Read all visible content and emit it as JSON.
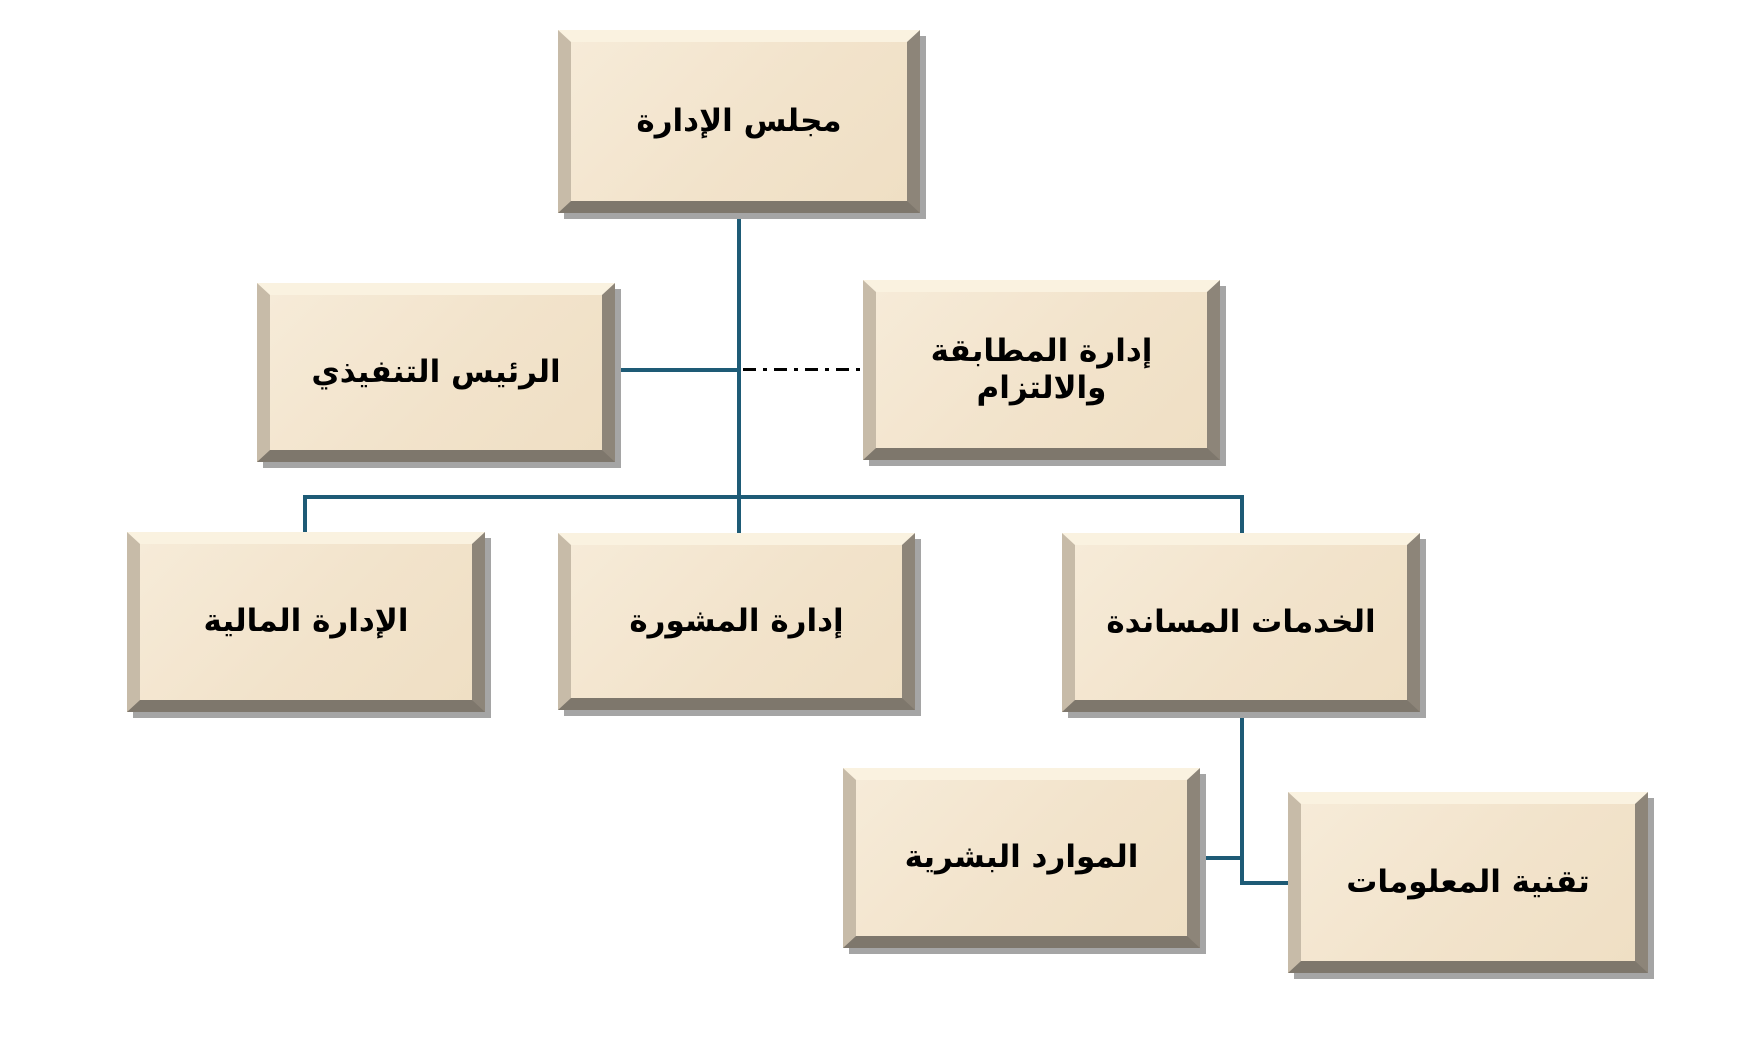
{
  "diagram": {
    "type": "org-chart",
    "text_direction": "rtl",
    "nodes": {
      "board": {
        "label": "مجلس الإدارة"
      },
      "ceo": {
        "label": "الرئيس التنفيذي"
      },
      "compliance": {
        "label": "إدارة المطابقة والالتزام"
      },
      "finance": {
        "label": "الإدارة المالية"
      },
      "advisory": {
        "label": "إدارة المشورة"
      },
      "support": {
        "label": "الخدمات المساندة"
      },
      "hr": {
        "label": "الموارد البشرية"
      },
      "it": {
        "label": "تقنية المعلومات"
      }
    },
    "edges": [
      {
        "from": "board",
        "to": "ceo",
        "style": "solid"
      },
      {
        "from": "ceo",
        "to": "compliance",
        "style": "dash-dot"
      },
      {
        "from": "board",
        "to": "finance",
        "style": "solid"
      },
      {
        "from": "board",
        "to": "advisory",
        "style": "solid"
      },
      {
        "from": "board",
        "to": "support",
        "style": "solid"
      },
      {
        "from": "support",
        "to": "hr",
        "style": "solid"
      },
      {
        "from": "support",
        "to": "it",
        "style": "solid"
      }
    ],
    "colors": {
      "box-fill": "#F2E3CB",
      "bevel-top": "#FAF2E0",
      "bevel-left": "#C7BBA8",
      "bevel-right": "#8D8579",
      "bevel-bottom": "#7E776C",
      "shadow": "#A5A5A5",
      "line": "#1E5B76",
      "dash": "#000000"
    }
  }
}
